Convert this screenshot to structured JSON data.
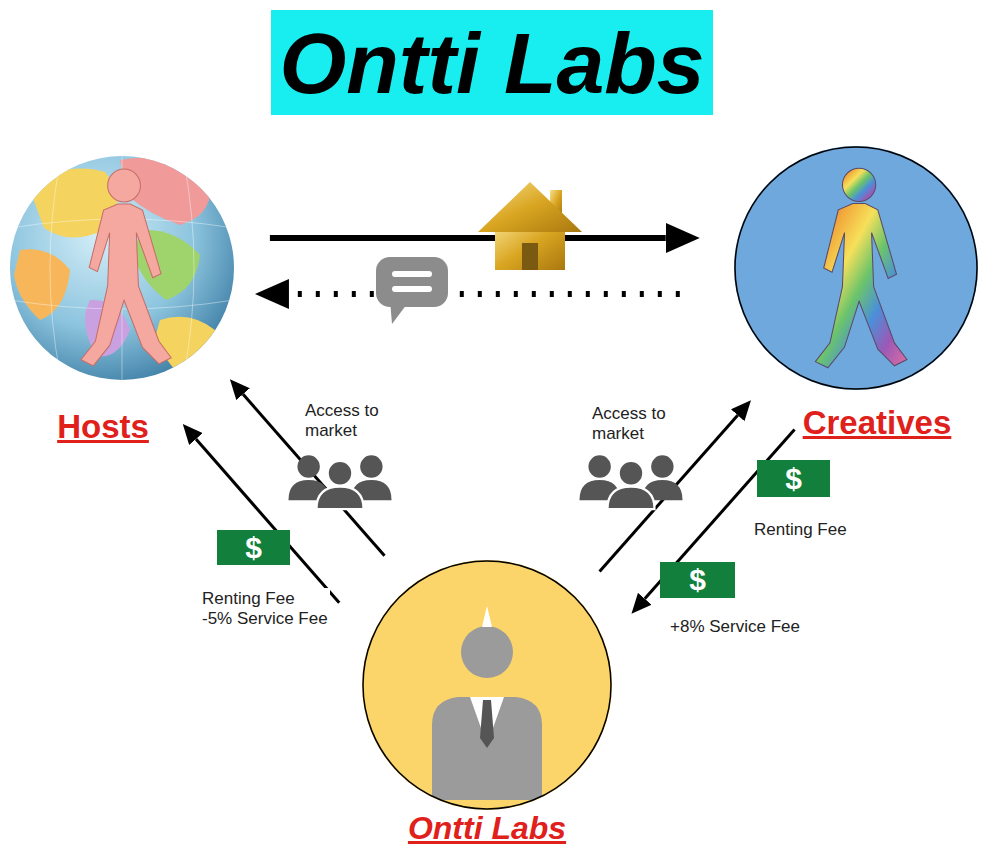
{
  "diagram": {
    "title": "Ontti Labs",
    "nodes": [
      {
        "text": [
          "Hosts"
        ]
      },
      {
        "text": [
          "Creatives"
        ]
      },
      {
        "text": [
          "Ontti Labs"
        ]
      }
    ],
    "edges": [
      {
        "from": 0,
        "to": 1,
        "arrow": "to"
      },
      {
        "from": 1,
        "to": 0,
        "arrow": "to"
      },
      {
        "from": 2,
        "to": 0,
        "label": "Access to market",
        "arrow": "to"
      },
      {
        "from": 2,
        "to": 0,
        "label": "Renting Fee -5% Service Fee",
        "arrow": "to"
      },
      {
        "from": 2,
        "to": 1,
        "label": "Access to market",
        "arrow": "to"
      },
      {
        "from": 1,
        "to": 2,
        "label": "Renting Fee",
        "arrow": "to"
      }
    ],
    "labels": [
      "+8% Service Fee",
      "$",
      "$",
      "$"
    ]
  }
}
